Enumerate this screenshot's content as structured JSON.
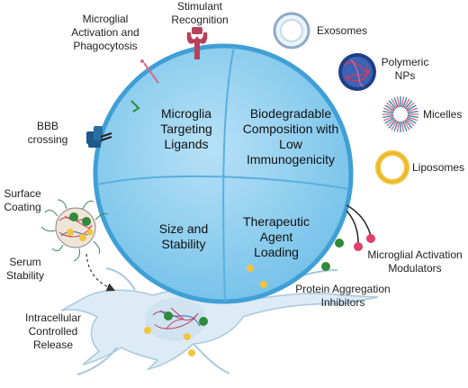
{
  "center": {
    "quadrants": [
      "Microglia Targeting Ligands",
      "Biodegradable Composition with Low Immunogenicity",
      "Size and Stability",
      "Therapeutic Agent Loading"
    ]
  },
  "labels": {
    "stimulant": "Stimulant Recognition",
    "activation": "Microglial Activation and Phagocytosis",
    "bbb": "BBB crossing",
    "surface": "Surface Coating",
    "serum": "Serum Stability",
    "release": "Intracellular Controlled Release",
    "exosomes": "Exosomes",
    "polymeric": "Polymeric NPs",
    "micelles": "Micelles",
    "liposomes": "Liposomes",
    "modulators": "Microglial Activation Modulators",
    "inhibitors": "Protein Aggregation Inhibitors"
  },
  "colors": {
    "sphere": "#7ec8ec",
    "sphere_edge": "#3f9fd6",
    "drug_yellow": "#f2c53d",
    "drug_green": "#2f8a3a",
    "modulator_pink": "#e0406a",
    "cell": "#dcebf5"
  },
  "icons": [
    "receptor-icon",
    "antibody-icon",
    "transporter-icon",
    "nanoparticle-icon",
    "neuron-cell-icon"
  ]
}
